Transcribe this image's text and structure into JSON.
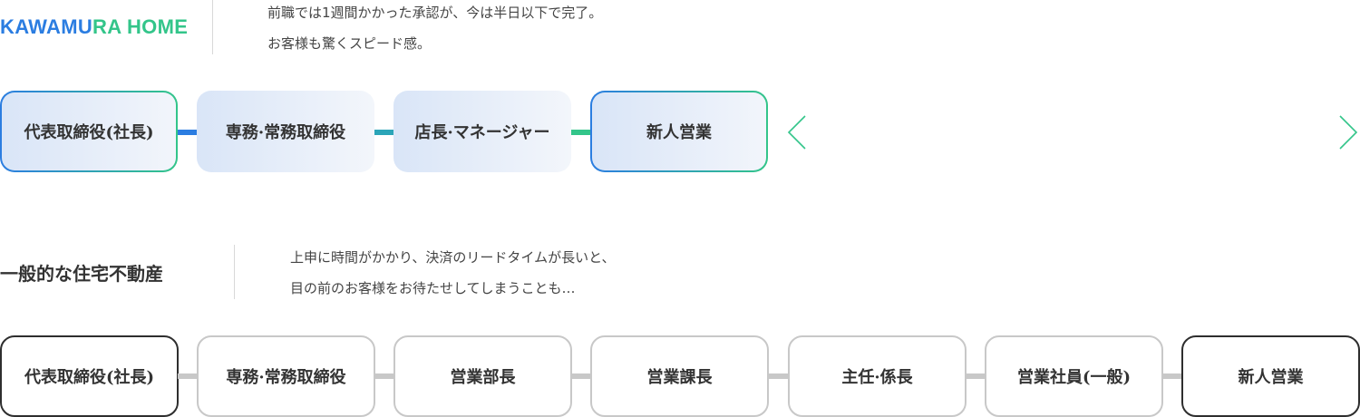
{
  "kawamura": {
    "logo_part1": "KAWAMU",
    "logo_part2": "RA HOME",
    "desc_line1": "前職では1週間かかった承認が、今は半日以下で完了。",
    "desc_line2": "お客様も驚くスピード感。",
    "steps": [
      "代表取締役(社長)",
      "専務·常務取締役",
      "店長·マネージャー",
      "新人営業"
    ]
  },
  "general": {
    "title": "一般的な住宅不動産",
    "desc_line1": "上申に時間がかかり、決済のリードタイムが長いと、",
    "desc_line2": "目の前のお客様をお待たせしてしまうことも…",
    "steps": [
      "代表取締役(社長)",
      "専務·常務取締役",
      "営業部長",
      "営業課長",
      "主任·係長",
      "営業社員(一般)",
      "新人営業"
    ]
  },
  "colors": {
    "blue": "#2b7de1",
    "teal": "#2ba5b8",
    "green": "#33c58a",
    "grey_border": "#c8c8c8",
    "dark_border": "#2e2e2e"
  }
}
